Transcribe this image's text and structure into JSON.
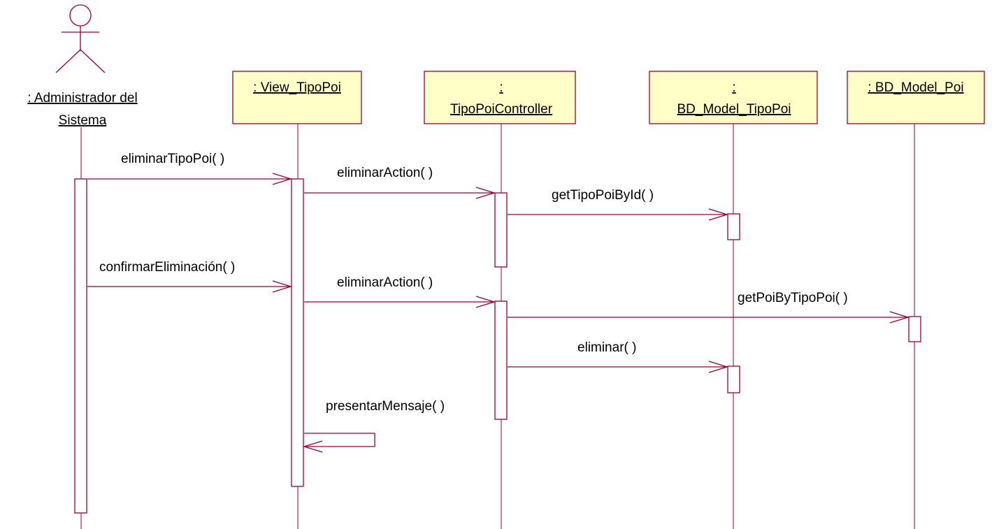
{
  "diagram": {
    "colors": {
      "line": "#990033",
      "box_fill": "#ffffc8",
      "text": "#000000"
    },
    "actor": {
      "icon": "stick-figure-actor-icon",
      "label_line1": ": Administrador del",
      "label_line2": "Sistema"
    },
    "objects": [
      {
        "label_line1": ": View_TipoPoi",
        "label_line2": ""
      },
      {
        "label_line1": ":",
        "label_line2": "TipoPoiController"
      },
      {
        "label_line1": ":",
        "label_line2": "BD_Model_TipoPoi"
      },
      {
        "label_line1": ": BD_Model_Poi",
        "label_line2": ""
      }
    ],
    "messages": [
      {
        "label": "eliminarTipoPoi( )"
      },
      {
        "label": "eliminarAction( )"
      },
      {
        "label": "getTipoPoiById( )"
      },
      {
        "label": "confirmarEliminación( )"
      },
      {
        "label": "eliminarAction( )"
      },
      {
        "label": "getPoiByTipoPoi( )"
      },
      {
        "label": "eliminar( )"
      },
      {
        "label": "presentarMensaje( )"
      }
    ]
  }
}
